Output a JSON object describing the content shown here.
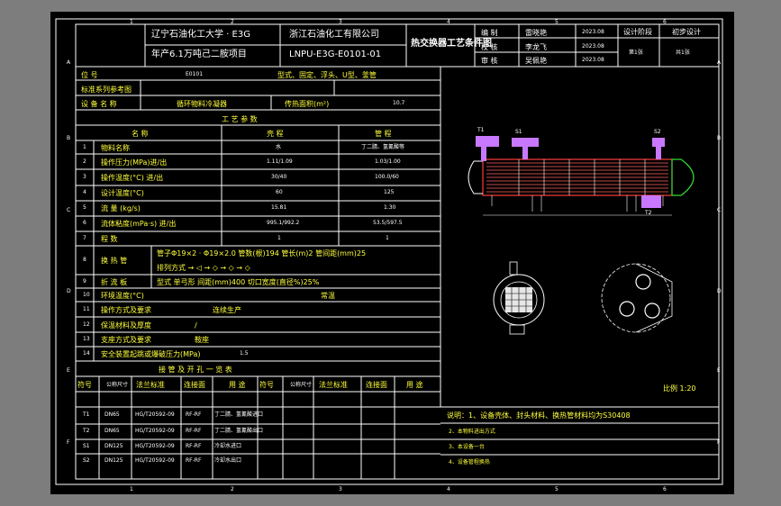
{
  "title_block": {
    "university": "辽宁石油化工大学 · E3G",
    "project": "年产6.1万吨己二胺项目",
    "company": "浙江石油化工有限公司",
    "drawing_no": "LNPU-E3G-E0101-01",
    "drawing_title": "热交换器工艺条件图",
    "roles": [
      {
        "role": "编 制",
        "name": "雷晓艳",
        "date": "2023.08"
      },
      {
        "role": "校 核",
        "name": "李龙飞",
        "date": "2023.08"
      },
      {
        "role": "审 核",
        "name": "吴佩艳",
        "date": "2023.08"
      }
    ],
    "stage_label": "设计阶段",
    "stage_value": "初步设计",
    "sheet_no": "第1张",
    "sheet_total": "共1张"
  },
  "spec": {
    "row_id": {
      "label": "位 号",
      "value": "E0101",
      "type": "型式、固定、浮头、U型、釜管"
    },
    "ref_drawing": "标准系列参考图",
    "equipment": {
      "label": "设 备 名 称",
      "value": "循环物料冷凝器",
      "area_label": "传热面积(m²)",
      "area_value": "10.7"
    },
    "section_title": "工 艺 参 数",
    "columns": [
      "名 称",
      "壳 程",
      "管 程"
    ],
    "rows": [
      {
        "no": "1",
        "name": "物料名称",
        "shell": "水",
        "tube": "丁二腈、氢氰酸等"
      },
      {
        "no": "2",
        "name": "操作压力(MPa)进/出",
        "shell": "1.11/1.09",
        "tube": "1.03/1.00"
      },
      {
        "no": "3",
        "name": "操作温度(°C) 进/出",
        "shell": "30/40",
        "tube": "100.0/60"
      },
      {
        "no": "4",
        "name": "设计温度(°C)",
        "shell": "60",
        "tube": "125"
      },
      {
        "no": "5",
        "name": "流 量 (kg/s)",
        "shell": "15.81",
        "tube": "1.30"
      },
      {
        "no": "6",
        "name": "流体粘度(mPa·s) 进/出",
        "shell": "995.1/992.2",
        "tube": "53.5/597.5"
      },
      {
        "no": "7",
        "name": "程 数",
        "shell": "1",
        "tube": "1"
      }
    ],
    "exchange_tubes": {
      "no": "8",
      "label": "换 热 管",
      "line1": "管子Φ19×2 · Φ19×2.0   管数(根)194   管长(m)2   管间距(mm)25",
      "line2": "排列方式 → ◁ → ◇ → ◇ → ◇"
    },
    "baffle": {
      "no": "9",
      "label": "折 流 板",
      "text": "型式 单弓形    间距(mm)400    切口宽度(直径%)25%"
    },
    "ambient": {
      "no": "10",
      "label": "环境温度(°C)",
      "value": "常温"
    },
    "rows_extra": [
      {
        "no": "11",
        "label": "操作方式及要求",
        "value": "连续生产"
      },
      {
        "no": "12",
        "label": "保温材料及厚度",
        "value": "/"
      },
      {
        "no": "13",
        "label": "支座方式及要求",
        "value": "鞍座"
      },
      {
        "no": "14",
        "label": "安全装置起跳或爆破压力(MPa)",
        "value": "1.5"
      }
    ]
  },
  "nozzle_table": {
    "title": "接 管 及 开 孔 一 览 表",
    "headers": [
      "符号",
      "公称尺寸",
      "法兰标准",
      "连接面",
      "用 途"
    ],
    "rows": [
      {
        "sym": "T1",
        "size": "DN65",
        "std": "HG/T20592-09",
        "face": "RF-RF",
        "use": "丁二腈、氢氰酸进口"
      },
      {
        "sym": "T2",
        "size": "DN65",
        "std": "HG/T20592-09",
        "face": "RF-RF",
        "use": "丁二腈、氢氰酸出口"
      },
      {
        "sym": "S1",
        "size": "DN125",
        "std": "HG/T20592-09",
        "face": "RF-RF",
        "use": "冷却水进口"
      },
      {
        "sym": "S2",
        "size": "DN125",
        "std": "HG/T20592-09",
        "face": "RF-RF",
        "use": "冷却水出口"
      }
    ]
  },
  "notes": [
    "说明：1、设备壳体、封头材料、换热管材料均为S30408",
    "2、本物料进出方式",
    "3、本设备一台",
    "4、设备管程换热"
  ],
  "scale": "比例 1:20",
  "drawing": {
    "nozzle_labels": [
      "T1",
      "T2",
      "S1",
      "S2"
    ]
  },
  "colors": {
    "frame": "#ffffff",
    "text": "#ffff3c",
    "shell": "#ff3c3c",
    "nozzle": "#c878ff",
    "outline": "#32dc32"
  }
}
